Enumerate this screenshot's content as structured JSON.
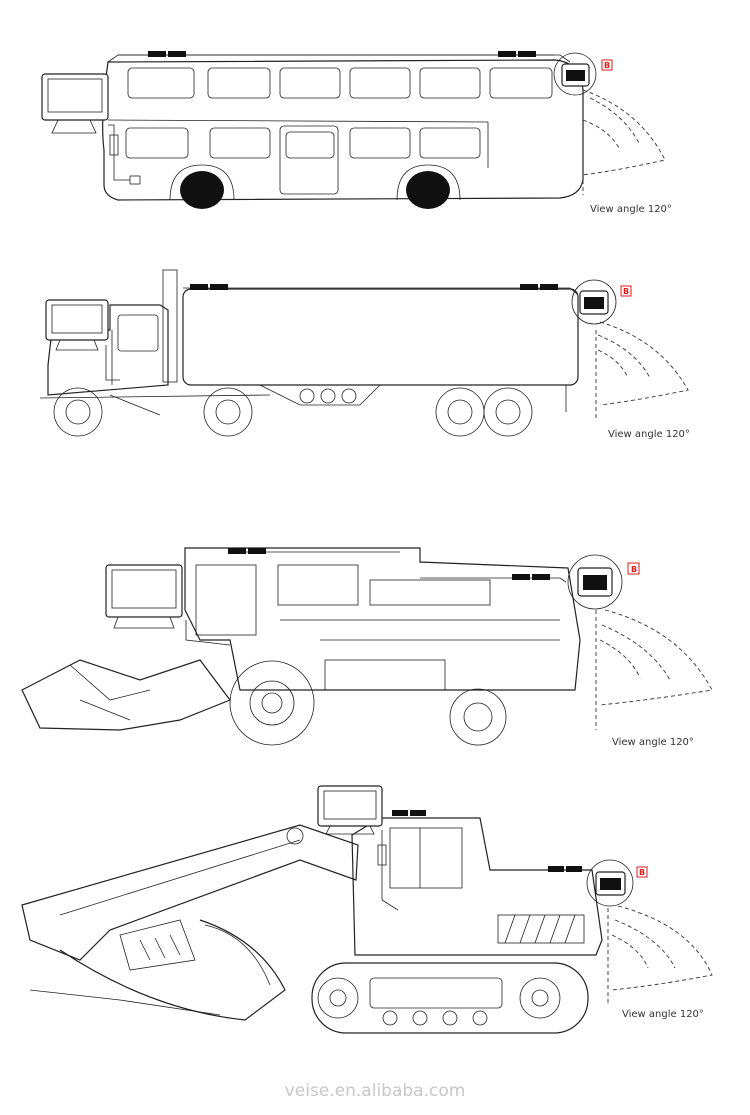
{
  "diagram": {
    "badge_letter": "B",
    "view_angle_label": "View angle 120°",
    "watermark": "veise.en.alibaba.com",
    "vehicles": [
      {
        "name": "double-decker-bus",
        "view_angle_label": "View angle 120°",
        "badge": "B"
      },
      {
        "name": "semi-truck",
        "view_angle_label": "View angle 120°",
        "badge": "B"
      },
      {
        "name": "combine-harvester",
        "view_angle_label": "View angle 120°",
        "badge": "B"
      },
      {
        "name": "excavator",
        "view_angle_label": "View angle 120°",
        "badge": "B"
      }
    ]
  },
  "colors": {
    "line": "#222222",
    "badge": "#e01b1b",
    "watermark": "#c7c7c7",
    "background": "#ffffff"
  }
}
